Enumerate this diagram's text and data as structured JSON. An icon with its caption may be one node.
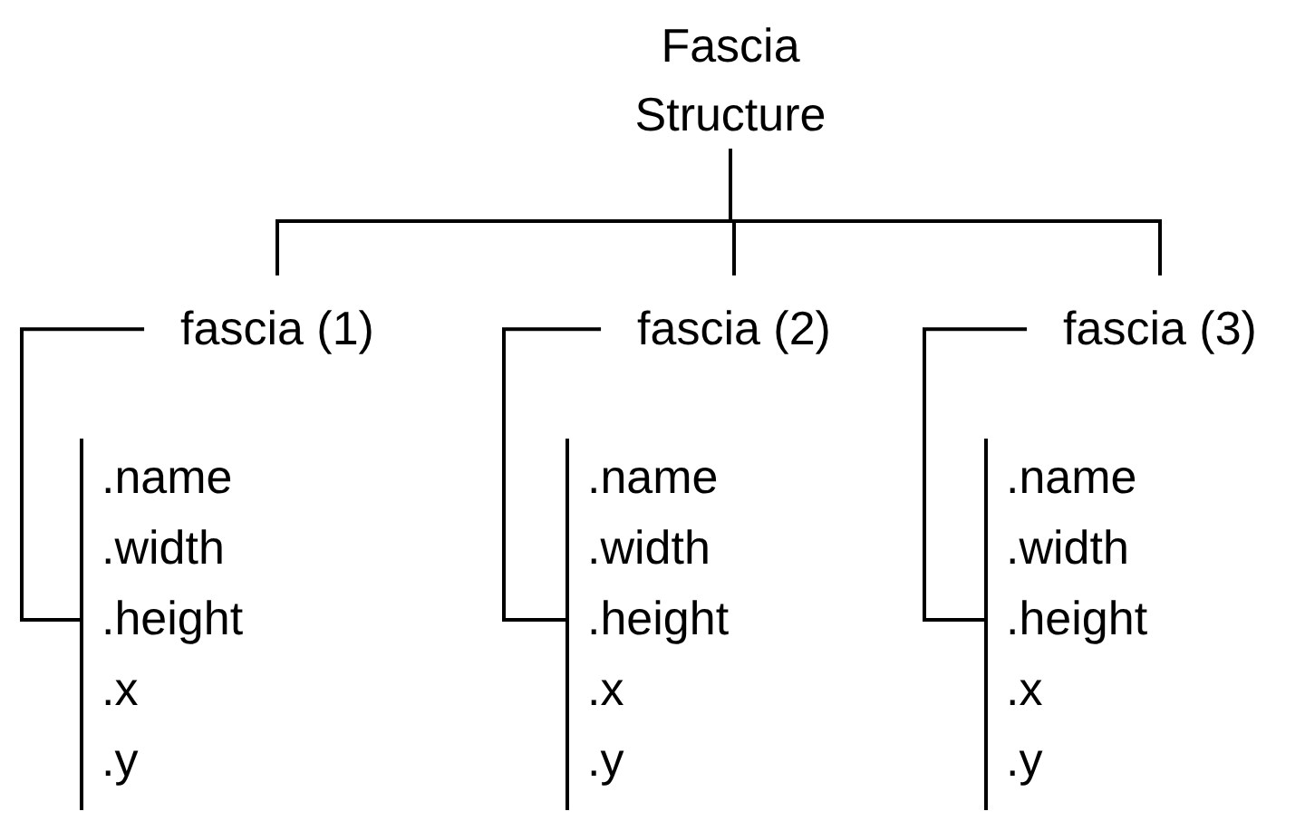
{
  "diagram": {
    "nodes": [
      {
        "text": [
          "Fascia Structure"
        ]
      },
      {
        "text": [
          "fascia (1)"
        ]
      },
      {
        "text": [
          ".name",
          ".width",
          ".height",
          ".x",
          ".y"
        ]
      },
      {
        "text": [
          "fascia (2)"
        ]
      },
      {
        "text": [
          ".name",
          ".width",
          ".height",
          ".x",
          ".y"
        ]
      },
      {
        "text": [
          "fascia (3)"
        ]
      },
      {
        "text": [
          ".name",
          ".width",
          ".height",
          ".x",
          ".y"
        ]
      }
    ],
    "edges": [
      {
        "from": 0,
        "to": 1,
        "arrow": "none"
      },
      {
        "from": 0,
        "to": 3,
        "arrow": "none"
      },
      {
        "from": 0,
        "to": 5,
        "arrow": "none"
      },
      {
        "from": 1,
        "to": 2,
        "arrow": "none"
      },
      {
        "from": 3,
        "to": 4,
        "arrow": "none"
      },
      {
        "from": 5,
        "to": 6,
        "arrow": "none"
      }
    ]
  }
}
